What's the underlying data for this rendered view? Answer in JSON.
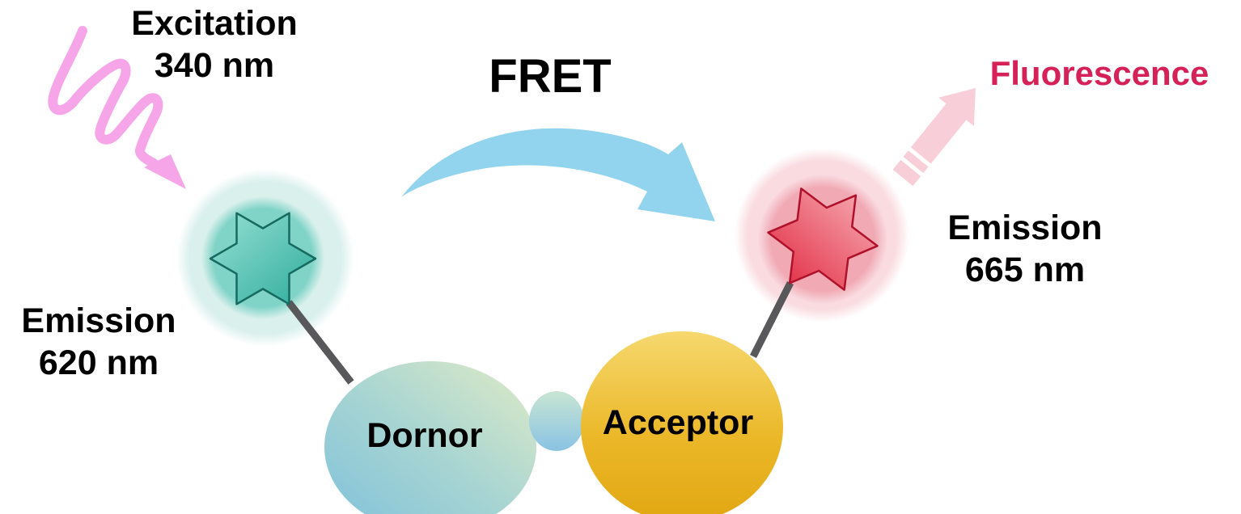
{
  "diagram": {
    "excitation": {
      "line1": "Excitation",
      "line2": "340 nm"
    },
    "fret_label": "FRET",
    "fluorescence_label": "Fluorescence",
    "donor_emission": {
      "line1": "Emission",
      "line2": "620 nm"
    },
    "acceptor_emission": {
      "line1": "Emission",
      "line2": "665 nm"
    },
    "donor_label": "Dornor",
    "acceptor_label": "Acceptor"
  },
  "icons": {
    "excitation_arrow": "pink-zigzag-photon-arrow",
    "fret_arrow": "blue-curved-swoosh-arrow",
    "fluorescence_arrow": "pink-straight-arrow-up-right",
    "donor_star": "teal-six-pointed-star",
    "acceptor_star": "red-six-pointed-star"
  },
  "colors": {
    "background": "#ffffff",
    "text": "#000000",
    "fluorescence_text": "#d62058",
    "excitation_arrow": "#f5a5e8",
    "fret_arrow": "#92d4ee",
    "fluorescence_arrow": "#f8cfd8",
    "stripe": "#ffffff",
    "link_line": "#58585a",
    "donor_glow_outer": "#d9f0ec",
    "donor_glow_inner": "#7fd3c7",
    "donor_star_light": "#96e0d4",
    "donor_star_dark": "#2fac9c",
    "donor_star_outline": "#166a60",
    "acceptor_glow_outer": "#f9dbe0",
    "acceptor_glow_inner": "#f1a9b4",
    "acceptor_star_light": "#f7b4ba",
    "acceptor_star_dark": "#e1233c",
    "acceptor_star_outline": "#b0112a",
    "donor_blob_blue": "#7fc1db",
    "donor_blob_mid": "#a8d5d2",
    "donor_blob_green": "#e0ebc6",
    "connector_top": "#c8e5d3",
    "connector_bottom": "#89c3e3",
    "acceptor_blob_top": "#f6d86e",
    "acceptor_blob_mid": "#ebb829",
    "acceptor_blob_bottom": "#e2a712"
  }
}
